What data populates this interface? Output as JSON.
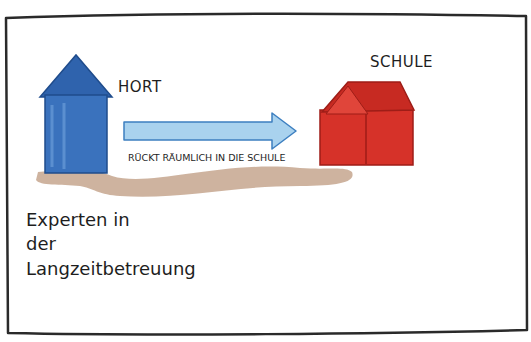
{
  "diagram": {
    "nodes": [
      {
        "text": [
          "HORT"
        ]
      },
      {
        "text": [
          "SCHULE"
        ]
      }
    ],
    "edges": [
      {
        "from": 0,
        "to": 1,
        "label": "RÜCKT RÄUMLICH IN DIE SCHULE",
        "arrow": "to"
      }
    ],
    "labels": [
      "Experten in der Langzeitbetreuung"
    ]
  }
}
